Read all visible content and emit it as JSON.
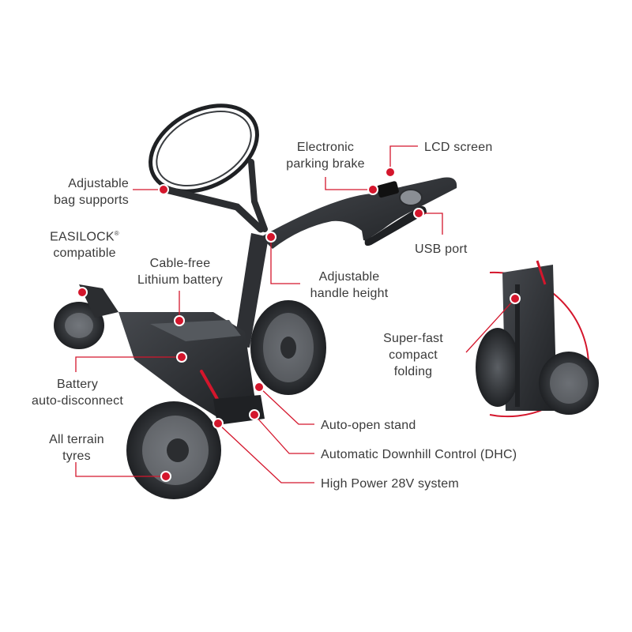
{
  "colors": {
    "accent": "#d4162c",
    "text": "#3a3a3a",
    "cart_dark": "#2b2d30",
    "cart_mid": "#3c3f43",
    "background": "#ffffff"
  },
  "labels": {
    "bag_supports": [
      "Adjustable",
      "bag supports"
    ],
    "easilock": [
      "EASILOCK",
      "compatible"
    ],
    "easilock_mark": "®",
    "cable_free": [
      "Cable-free",
      "Lithium battery"
    ],
    "battery_disconnect": [
      "Battery",
      "auto-disconnect"
    ],
    "terrain_tyres": [
      "All terrain",
      "tyres"
    ],
    "parking_brake": [
      "Electronic",
      "parking brake"
    ],
    "lcd_screen": "LCD screen",
    "usb_port": "USB port",
    "handle_height": [
      "Adjustable",
      "handle height"
    ],
    "folding": [
      "Super-fast",
      "compact",
      "folding"
    ],
    "auto_open_stand": "Auto-open stand",
    "dhc": "Automatic Downhill Control (DHC)",
    "high_power": "High Power 28V system"
  }
}
